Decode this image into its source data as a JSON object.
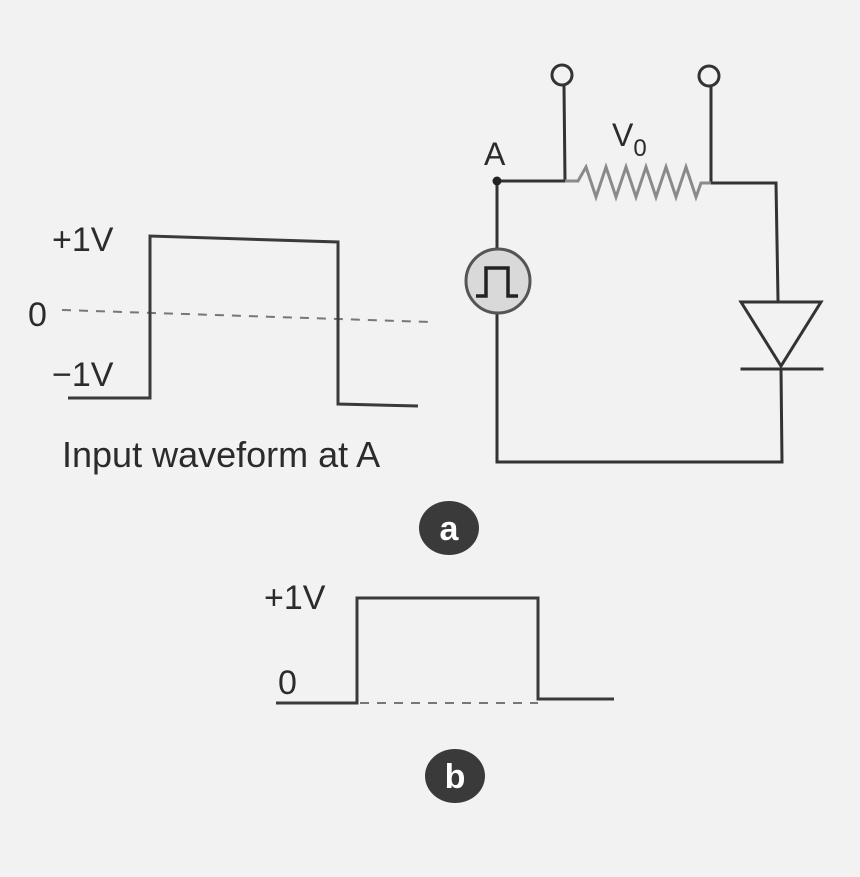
{
  "waveform_a": {
    "label_plus": "+1V",
    "label_zero": "0",
    "label_minus": "−1V",
    "caption": "Input waveform at A"
  },
  "circuit": {
    "node_label": "A",
    "output_label_main": "V",
    "output_label_sub": "0",
    "source_icon": "square-pulse-icon",
    "diode_icon": "diode-icon",
    "resistor_icon": "resistor-icon"
  },
  "badges": {
    "a": "a",
    "b": "b"
  },
  "waveform_b": {
    "label_plus": "+1V",
    "label_zero": "0"
  },
  "colors": {
    "background": "#f2f2f2",
    "line": "#333333",
    "badge_fill": "#3a3a3a",
    "badge_text": "#ffffff"
  }
}
